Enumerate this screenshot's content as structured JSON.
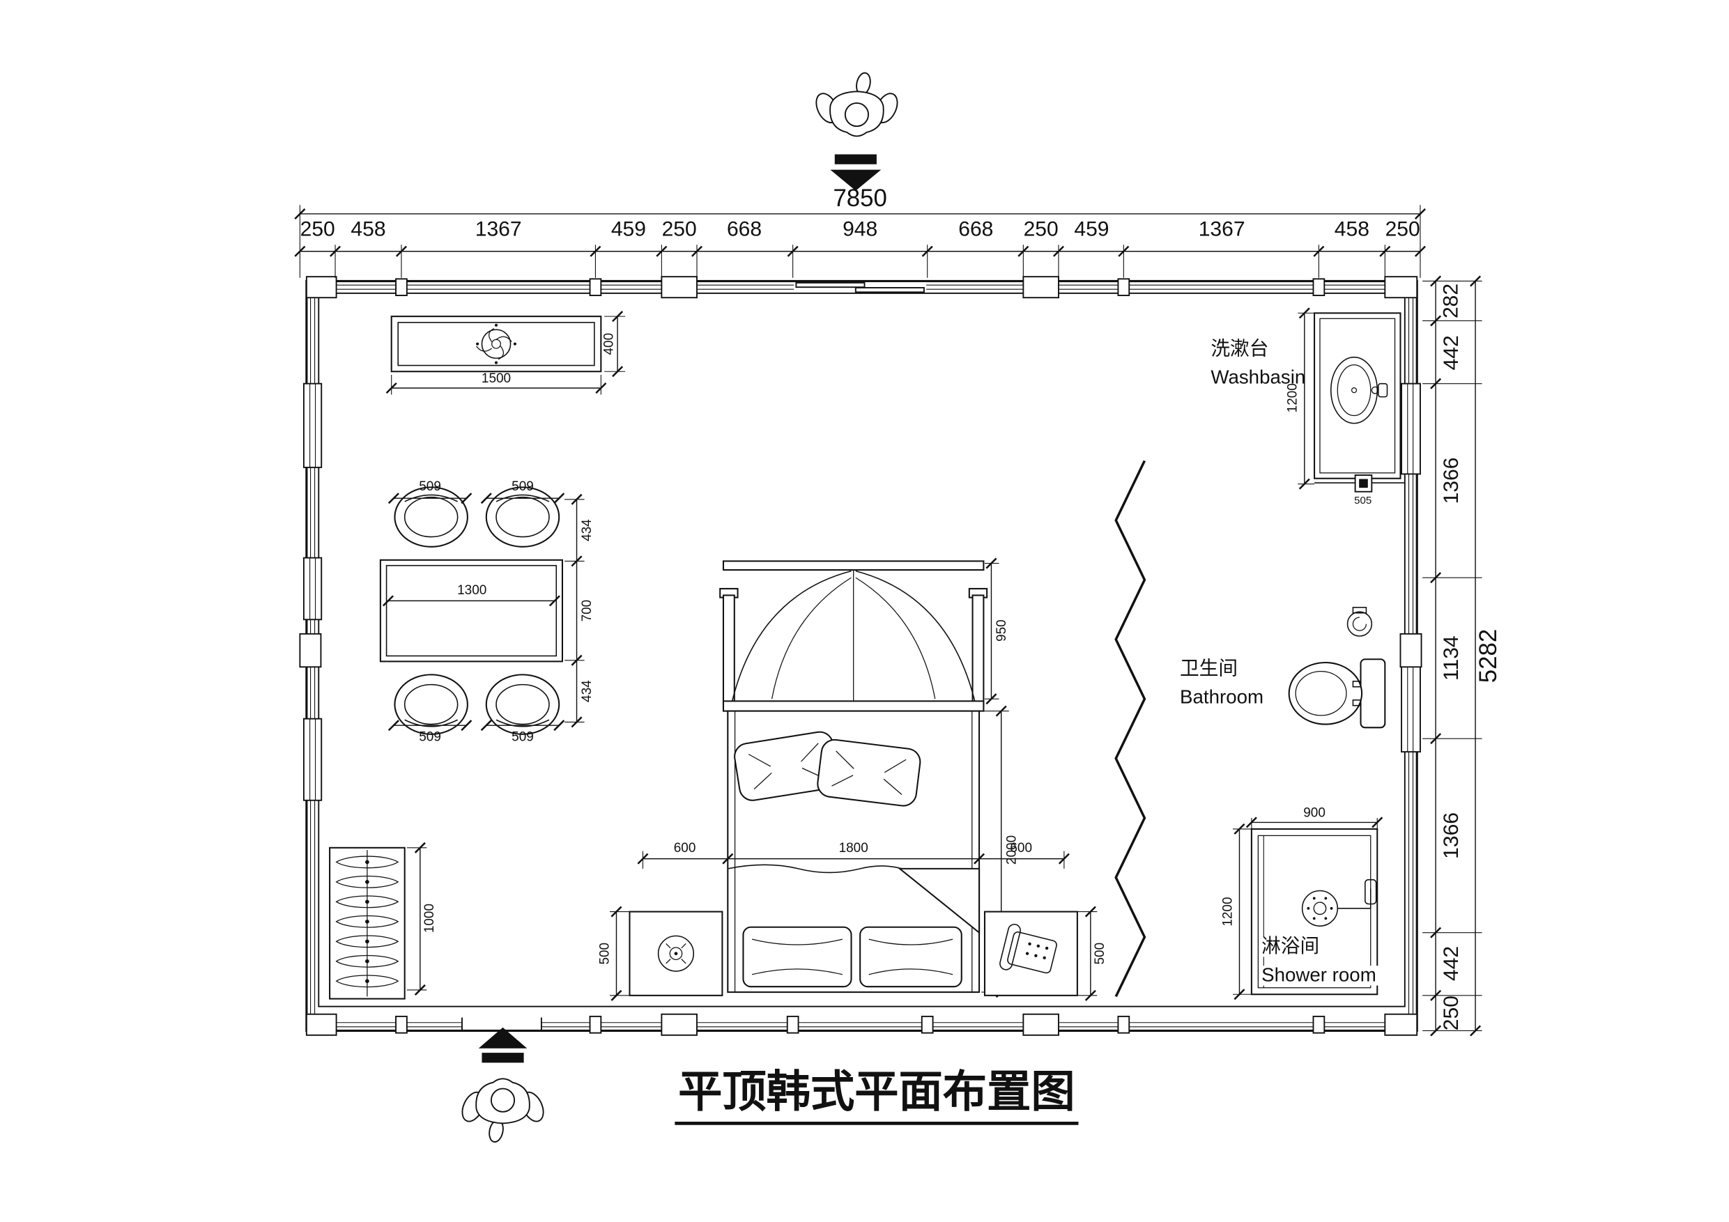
{
  "title": "平顶韩式平面布置图",
  "dims": {
    "overall_width": "7850",
    "overall_height": "5282",
    "top_segments": [
      "250",
      "458",
      "1367",
      "459",
      "250",
      "668",
      "948",
      "668",
      "250",
      "459",
      "1367",
      "458",
      "250"
    ],
    "right_segments": [
      "282",
      "442",
      "1366",
      "1134",
      "1366",
      "442",
      "250"
    ]
  },
  "rooms": {
    "washbasin_zh": "洗漱台",
    "washbasin_en": "Washbasin",
    "bathroom_zh": "卫生间",
    "bathroom_en": "Bathroom",
    "shower_zh": "淋浴间",
    "shower_en": "Shower room"
  },
  "furniture_dims": {
    "cabinet_width": "1500",
    "cabinet_depth": "400",
    "chair_top_left": "509",
    "chair_top_right": "509",
    "chair_bottom_left": "509",
    "chair_bottom_right": "509",
    "table_length": "1300",
    "table_depth_top": "434",
    "table_depth_mid": "700",
    "table_depth_bottom": "434",
    "bed_flank_left": "600",
    "bed_width": "1800",
    "bed_flank_right": "600",
    "canopy_depth": "950",
    "bed_length": "2000",
    "nightstand_left_depth": "500",
    "nightstand_right_depth": "500",
    "wardrobe_length": "1000",
    "vanity_length": "1200",
    "floor_drain": "505",
    "shower_width": "900",
    "shower_depth": "1200"
  }
}
